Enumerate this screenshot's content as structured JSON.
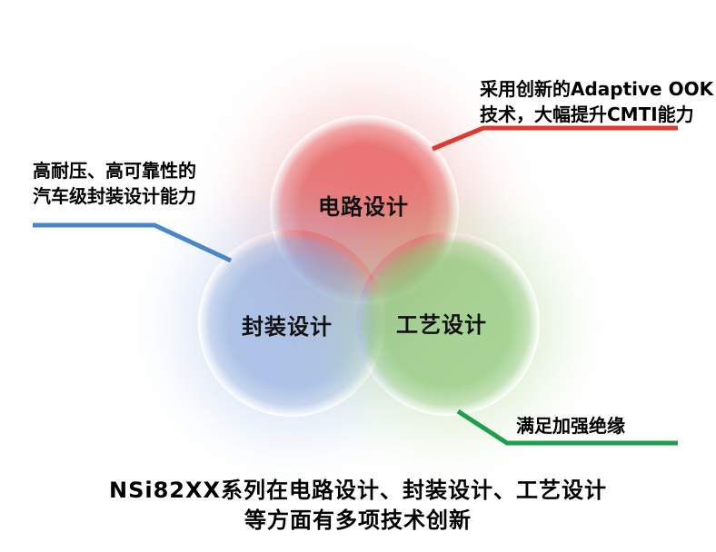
{
  "colors": {
    "circuit_circle": "#e65858",
    "package_circle": "#8caade",
    "process_circle": "#8ac472",
    "callout_line_red": "#e0372e",
    "callout_line_blue": "#4a86c8",
    "callout_line_green": "#1f9e4b",
    "text": "#000000",
    "background": "#ffffff"
  },
  "diagram": {
    "circles": [
      {
        "id": "circuit-design",
        "label": "电路设计"
      },
      {
        "id": "package-design",
        "label": "封装设计"
      },
      {
        "id": "process-design",
        "label": "工艺设计"
      }
    ],
    "callouts": {
      "circuit": {
        "lines": [
          "采用创新的Adaptive OOK",
          "技术，大幅提升CMTI能力"
        ]
      },
      "package": {
        "lines": [
          "高耐压、高可靠性的",
          "汽车级封装设计能力"
        ]
      },
      "process": {
        "lines": [
          "满足加强绝缘"
        ]
      }
    },
    "caption": [
      "NSi82XX系列在电路设计、封装设计、工艺设计",
      "等方面有多项技术创新"
    ]
  }
}
